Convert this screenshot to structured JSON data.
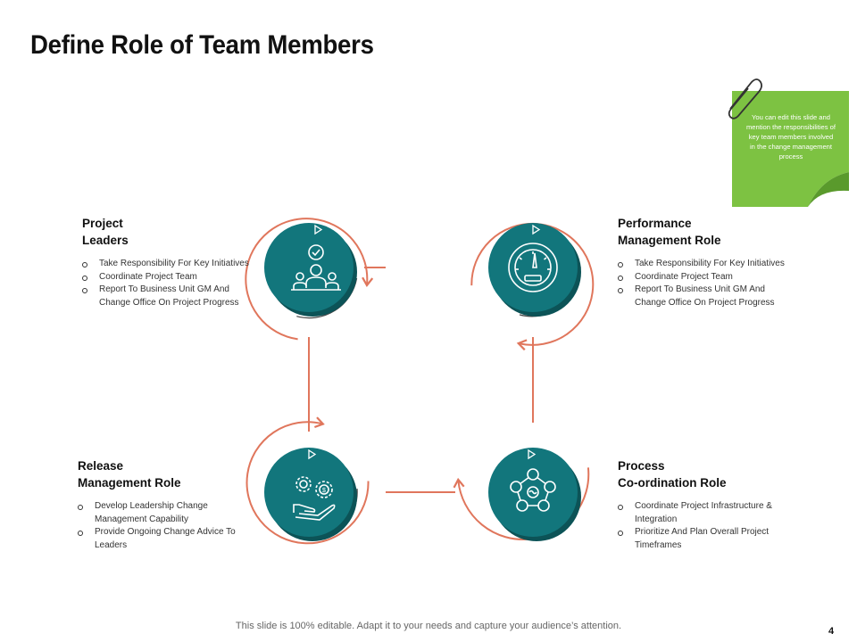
{
  "title": "Define Role of Team Members",
  "sticky_note": "You can edit this slide and mention the responsibilities of key team members involved in the change management process",
  "roles": [
    {
      "title_lines": [
        "Project",
        "Leaders"
      ],
      "bullets": [
        "Take Responsibility For Key Initiatives",
        "Coordinate Project Team",
        "Report To Business Unit GM And Change Office On Project Progress"
      ],
      "icon": "team-leader-icon"
    },
    {
      "title_lines": [
        "Performance",
        "Management Role"
      ],
      "bullets": [
        "Take Responsibility For Key Initiatives",
        "Coordinate Project Team",
        "Report To Business Unit GM And Change Office On Project Progress"
      ],
      "icon": "speedometer-icon"
    },
    {
      "title_lines": [
        "Release",
        "Management Role"
      ],
      "bullets": [
        "Develop Leadership Change Management Capability",
        "Provide Ongoing Change Advice To Leaders"
      ],
      "icon": "gear-money-hand-icon"
    },
    {
      "title_lines": [
        "Process",
        "Co-ordination Role"
      ],
      "bullets": [
        "Coordinate Project Infrastructure & Integration",
        "Prioritize And Plan Overall Project Timeframes"
      ],
      "icon": "network-icon"
    }
  ],
  "footer": "This slide is 100% editable. Adapt it to your needs and capture your audience’s attention.",
  "page_number": "4",
  "colors": {
    "teal": "#12767c",
    "teal_dark": "#0c5357",
    "coral": "#e0765c",
    "green": "#7dc242",
    "green_dark": "#5a9a2c"
  }
}
